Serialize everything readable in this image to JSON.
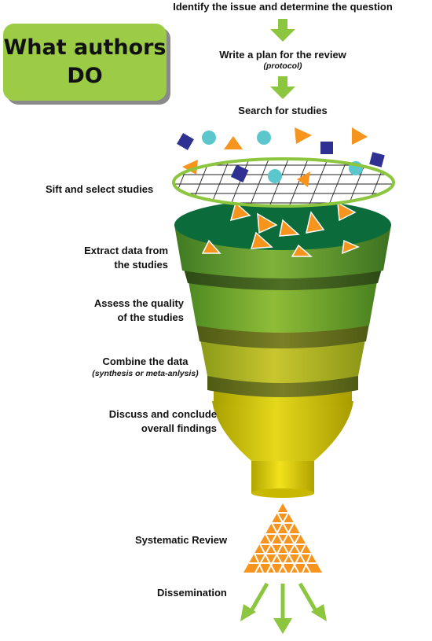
{
  "title": {
    "line1": "What authors",
    "line2": "DO"
  },
  "steps": {
    "identify": "Identify the issue and determine the question",
    "plan": "Write a plan for the review",
    "plan_sub": "(protocol)",
    "search": "Search for studies",
    "sift": "Sift and select studies",
    "extract_1": "Extract data from",
    "extract_2": "the studies",
    "assess_1": "Assess the quality",
    "assess_2": "of the studies",
    "combine": "Combine the data",
    "combine_sub": "(synthesis or meta-anlysis)",
    "discuss_1": "Discuss and conclude",
    "discuss_2": "overall findings",
    "review": "Systematic Review",
    "dissemination": "Dissemination"
  },
  "colors": {
    "arrow_green": "#8cc63f",
    "shape_orange": "#f7941d",
    "shape_navy": "#2e3192",
    "shape_teal": "#5bc6cc",
    "funnel_top": "#0b6b3a",
    "funnel_yellow": "#d4c400"
  }
}
